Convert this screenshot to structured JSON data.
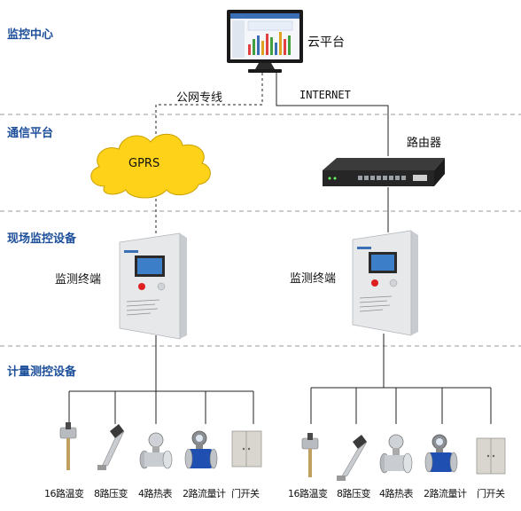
{
  "layers": {
    "monitoring_center": "监控中心",
    "communication_platform": "通信平台",
    "field_monitoring_equipment": "现场监控设备",
    "metering_control_equipment": "计量测控设备"
  },
  "nodes": {
    "cloud_platform": "云平台",
    "private_line": "公网专线",
    "internet": "INTERNET",
    "gprs": "GPRS",
    "router": "路由器",
    "terminal_left": "监测终端",
    "terminal_right": "监测终端"
  },
  "devices_left": [
    "16路温变",
    "8路压变",
    "4路热表",
    "2路流量计",
    "门开关"
  ],
  "devices_right": [
    "16路温变",
    "8路压变",
    "4路热表",
    "2路流量计",
    "门开关"
  ],
  "colors": {
    "layer_text": "#1d4f9a",
    "cloud_fill": "#ffd21a",
    "cabinet_fill": "#e6e8ea",
    "divider": "#9a9a9a"
  }
}
